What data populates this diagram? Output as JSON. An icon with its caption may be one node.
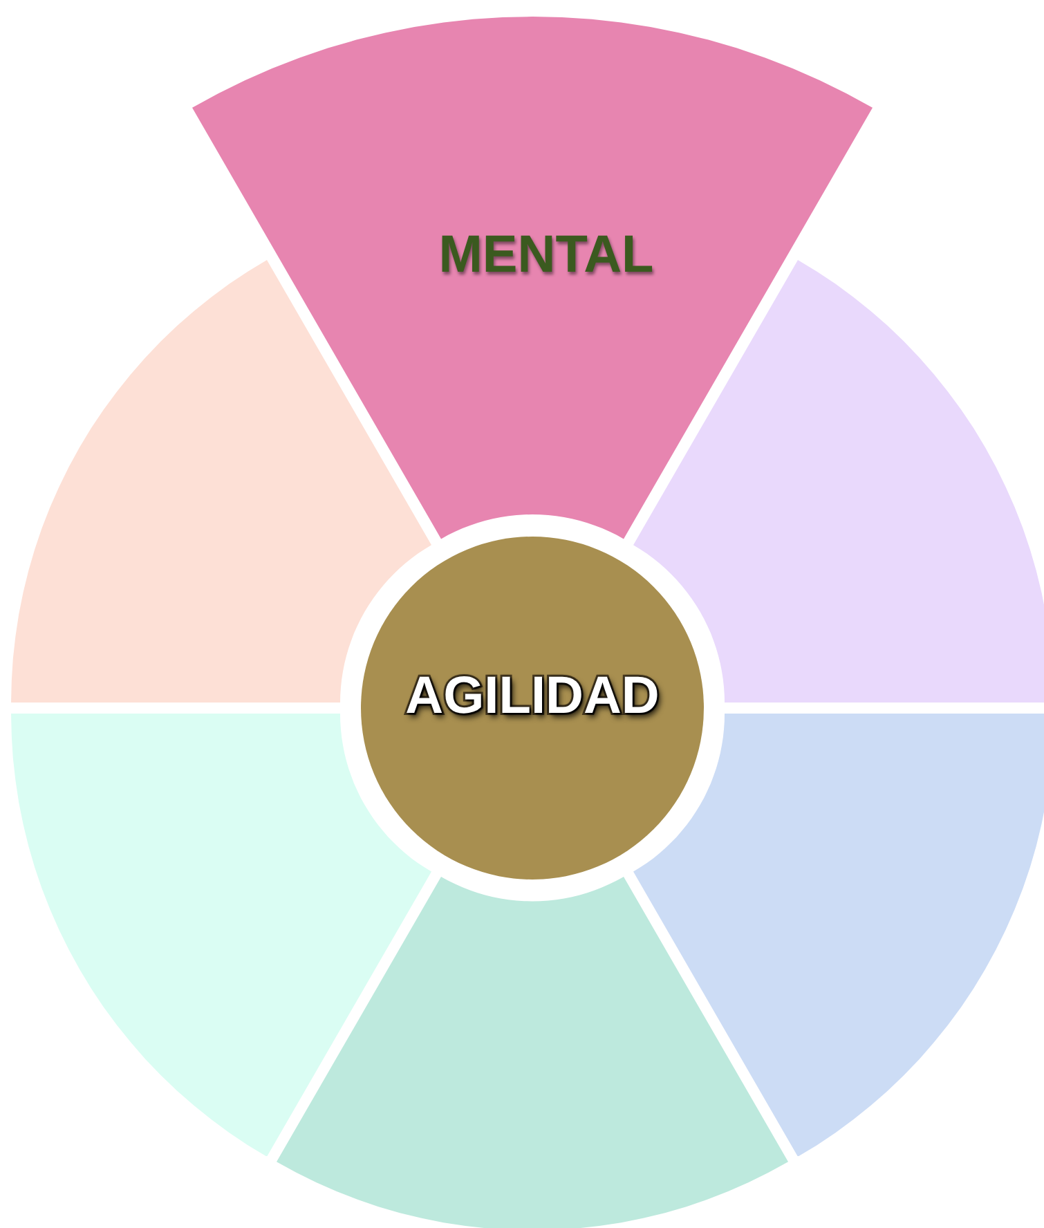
{
  "diagram": {
    "nodes": [
      {
        "text": [
          "MENTAL"
        ]
      },
      {
        "text": [],
        "shape": "wedge"
      },
      {
        "text": [],
        "shape": "wedge"
      },
      {
        "text": [],
        "shape": "wedge"
      },
      {
        "text": [],
        "shape": "wedge"
      },
      {
        "text": [],
        "shape": "wedge"
      },
      {
        "text": [
          "AGILIDAD"
        ]
      }
    ]
  }
}
